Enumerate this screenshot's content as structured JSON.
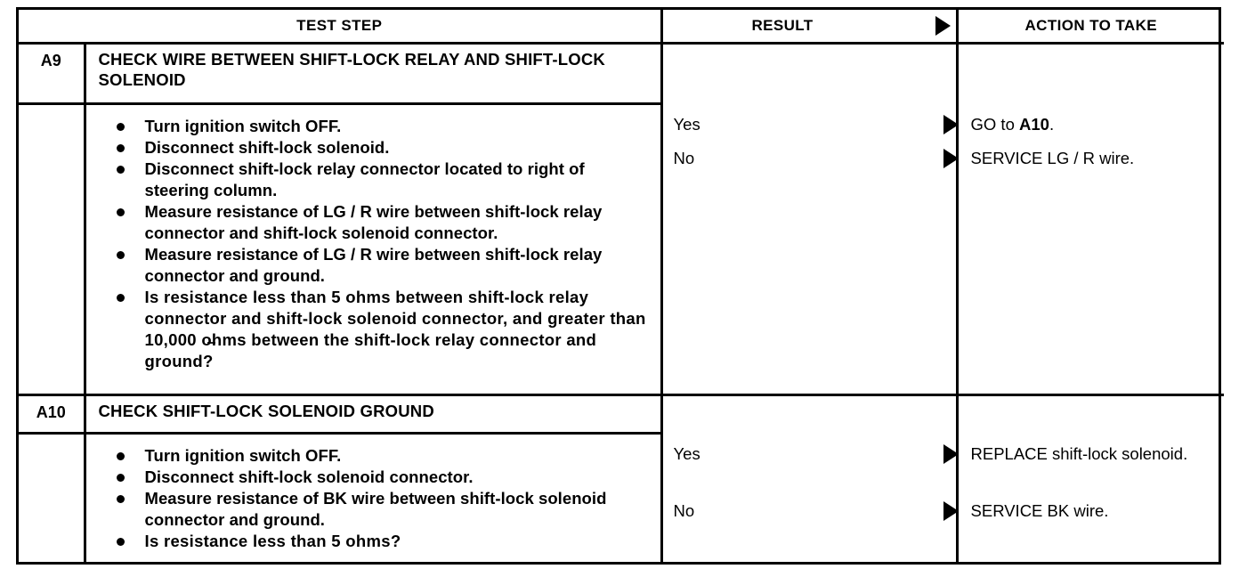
{
  "table": {
    "headers": {
      "test_step": "TEST STEP",
      "result": "RESULT",
      "action": "ACTION TO TAKE",
      "result_arrow_icon": "triangle-right-icon"
    },
    "steps": [
      {
        "id": "A9",
        "title": "CHECK WIRE BETWEEN SHIFT-LOCK RELAY AND SHIFT-LOCK SOLENOID",
        "bullets": [
          {
            "text": "Turn ignition switch OFF.",
            "emphasis": "normal"
          },
          {
            "text": "Disconnect shift-lock solenoid.",
            "emphasis": "normal"
          },
          {
            "text": "Disconnect shift-lock relay connector located to right of steering column.",
            "emphasis": "normal"
          },
          {
            "text": "Measure resistance of LG / R wire between shift-lock relay connector and shift-lock solenoid connector.",
            "emphasis": "normal"
          },
          {
            "text": "Measure resistance of LG / R wire between shift-lock relay connector and ground.",
            "emphasis": "normal"
          },
          {
            "text": "Is resistance less than 5 ohms between shift-lock relay connector and shift-lock solenoid connector, and greater than 10,000 ohms between the shift-lock relay connector and ground?",
            "emphasis": "strong"
          }
        ],
        "results": [
          {
            "label": "Yes",
            "arrow_icon": "triangle-right-icon"
          },
          {
            "label": "No",
            "arrow_icon": "triangle-right-icon"
          }
        ],
        "actions": [
          {
            "prefix": "GO to ",
            "bold": "A10",
            "suffix": "."
          },
          {
            "prefix": "SERVICE LG / R wire.",
            "bold": "",
            "suffix": ""
          }
        ]
      },
      {
        "id": "A10",
        "title": "CHECK SHIFT-LOCK SOLENOID GROUND",
        "bullets": [
          {
            "text": "Turn ignition switch OFF.",
            "emphasis": "normal"
          },
          {
            "text": "Disconnect shift-lock solenoid connector.",
            "emphasis": "normal"
          },
          {
            "text": "Measure resistance of BK wire between shift-lock solenoid connector and ground.",
            "emphasis": "normal"
          },
          {
            "text": "Is resistance less than 5 ohms?",
            "emphasis": "strong"
          }
        ],
        "results": [
          {
            "label": "Yes",
            "arrow_icon": "triangle-right-icon"
          },
          {
            "label": "No",
            "arrow_icon": "triangle-right-icon"
          }
        ],
        "actions": [
          {
            "prefix": "REPLACE shift-lock solenoid.",
            "bold": "",
            "suffix": ""
          },
          {
            "prefix": "SERVICE BK wire.",
            "bold": "",
            "suffix": ""
          }
        ]
      }
    ]
  },
  "colors": {
    "ink": "#000000",
    "paper": "#ffffff"
  }
}
